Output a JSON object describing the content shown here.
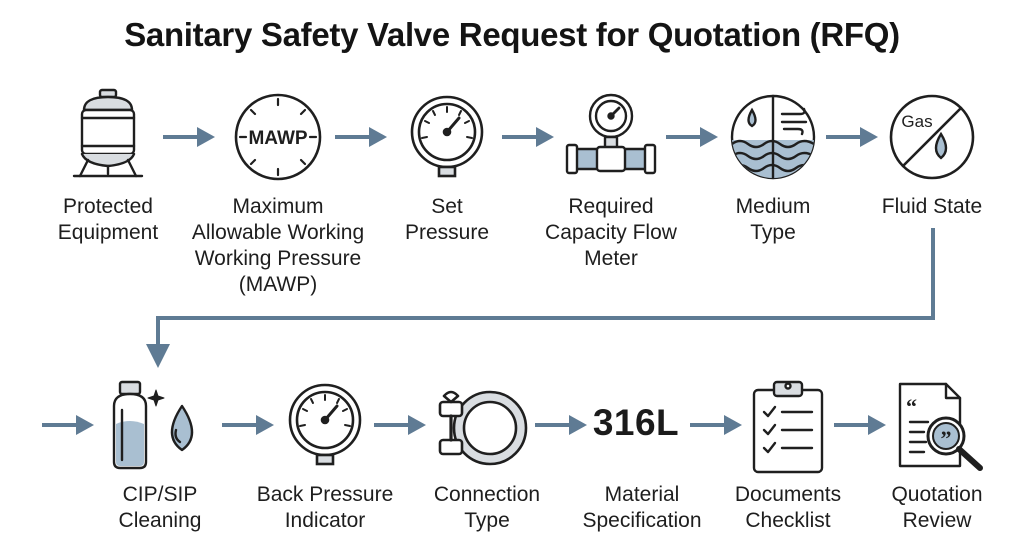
{
  "title": "Sanitary Safety Valve Request for Quotation (RFQ)",
  "colors": {
    "arrow": "#5f7b94",
    "icon_stroke": "#1f1f1f",
    "icon_fill_blue": "#a9bfd1",
    "icon_fill_grey": "#d9dde1"
  },
  "steps_row1": [
    {
      "label_lines": [
        "Protected",
        "Equipment"
      ],
      "icon": "tank-icon"
    },
    {
      "label_lines": [
        "Maximum",
        "Allowable Working",
        "Working Pressure",
        "(MAWP)"
      ],
      "icon": "mawp-gauge-icon",
      "icon_text": "MAWP"
    },
    {
      "label_lines": [
        "Set",
        "Pressure"
      ],
      "icon": "pressure-gauge-icon"
    },
    {
      "label_lines": [
        "Required",
        "Capacity Flow",
        "Meter"
      ],
      "icon": "flow-meter-icon"
    },
    {
      "label_lines": [
        "Medium",
        "Type"
      ],
      "icon": "medium-icon"
    },
    {
      "label_lines": [
        "Fluid State"
      ],
      "icon": "fluid-state-icon",
      "icon_text": "Gas"
    }
  ],
  "steps_row2": [
    {
      "label_lines": [
        "CIP/SIP",
        "Cleaning"
      ],
      "icon": "cip-sip-icon"
    },
    {
      "label_lines": [
        "Back Pressure",
        "Indicator"
      ],
      "icon": "back-pressure-gauge-icon"
    },
    {
      "label_lines": [
        "Connection",
        "Type"
      ],
      "icon": "clamp-icon"
    },
    {
      "label_lines": [
        "Material",
        "Specification"
      ],
      "icon": "material-text",
      "icon_text": "316L"
    },
    {
      "label_lines": [
        "Documents",
        "Checklist"
      ],
      "icon": "checklist-icon"
    },
    {
      "label_lines": [
        "Quotation",
        "Review"
      ],
      "icon": "quote-review-icon"
    }
  ]
}
